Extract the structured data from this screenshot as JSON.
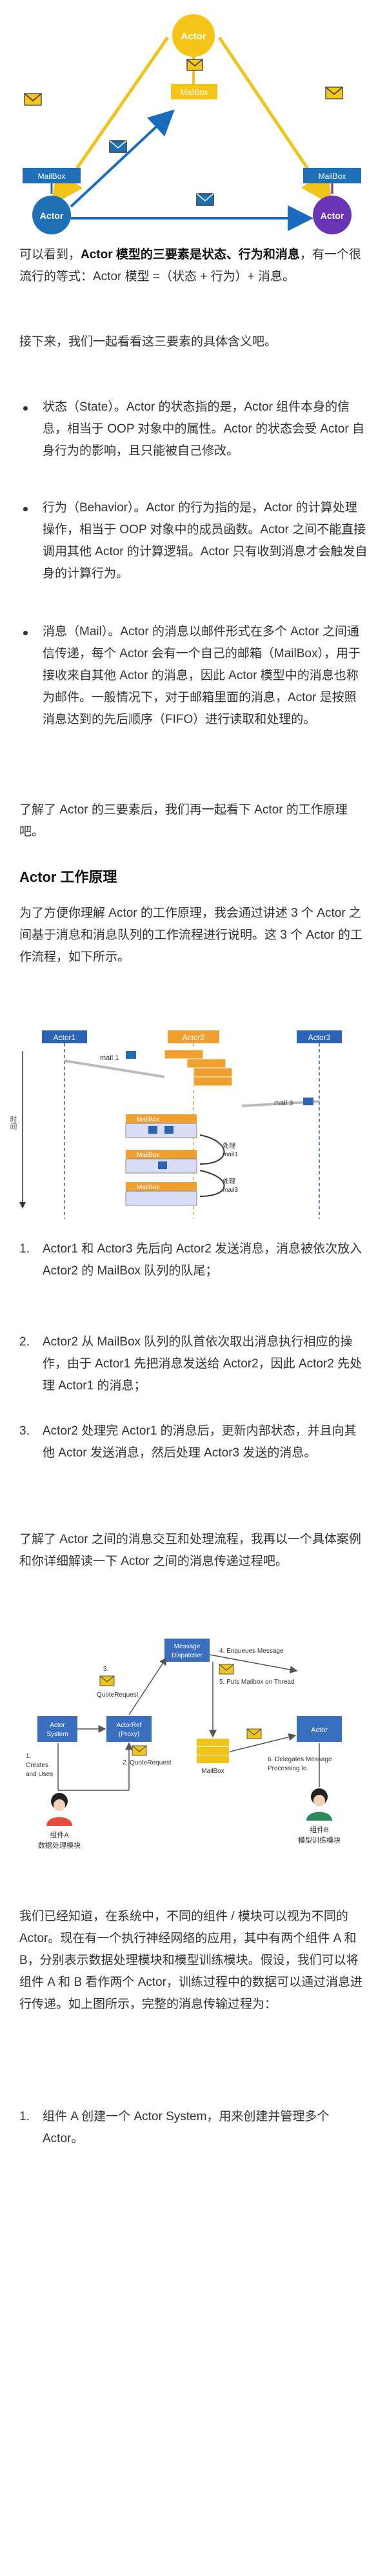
{
  "fig1": {
    "actor_top": "Actor",
    "mailbox_center": "MailBox",
    "mailbox_left": "MailBox",
    "mailbox_right": "MailBox",
    "actor_left": "Actor",
    "actor_right": "Actor",
    "colors": {
      "yellow": "#f5c518",
      "blue": "#1f6fb4",
      "purple": "#6a35b5",
      "arrow_yellow": "#f0c419",
      "arrow_blue": "#1a6dbd"
    }
  },
  "p1_a": "可以看到，",
  "p1_b": "Actor 模型的三要素是状态、行为和消息",
  "p1_c": "，有一个很流行的等式：Actor 模型 =（状态 + 行为）+ 消息。",
  "p2": "接下来，我们一起看看这三要素的具体含义吧。",
  "bullets": [
    "状态（State）。Actor 的状态指的是，Actor 组件本身的信息，相当于 OOP 对象中的属性。Actor 的状态会受 Actor 自身行为的影响，且只能被自己修改。",
    "行为（Behavior）。Actor 的行为指的是，Actor 的计算处理操作，相当于 OOP 对象中的成员函数。Actor 之间不能直接调用其他 Actor 的计算逻辑。Actor 只有收到消息才会触发自身的计算行为。",
    "消息（Mail）。Actor 的消息以邮件形式在多个 Actor 之间通信传递，每个 Actor 会有一个自己的邮箱（MailBox），用于接收来自其他 Actor 的消息，因此 Actor 模型中的消息也称为邮件。一般情况下，对于邮箱里面的消息，Actor 是按照消息达到的先后顺序（FIFO）进行读取和处理的。"
  ],
  "p3": "了解了 Actor 的三要素后，我们再一起看下 Actor 的工作原理吧。",
  "h_work": "Actor 工作原理",
  "p4": "为了方便你理解 Actor 的工作原理，我会通过讲述 3 个 Actor 之间基于消息和消息队列的工作流程进行说明。这 3 个 Actor 的工作流程，如下所示。",
  "fig2": {
    "actor1": "Actor1",
    "actor2": "Actor2",
    "actor3": "Actor3",
    "time": "时间",
    "mail1": "mail 1",
    "mail3": "mail 3",
    "mailbox": "MailBox",
    "handle1": "处理",
    "handle1b": "mail1",
    "handle3": "处理",
    "handle3b": "mail3"
  },
  "steps": [
    "Actor1 和 Actor3 先后向 Actor2 发送消息，消息被依次放入 Actor2 的 MailBox 队列的队尾；",
    "Actor2 从 MailBox 队列的队首依次取出消息执行相应的操作，由于 Actor1 先把消息发送给 Actor2，因此 Actor2 先处理 Actor1 的消息；",
    "Actor2 处理完 Actor1 的消息后，更新内部状态，并且向其他 Actor 发送消息，然后处理 Actor3 发送的消息。"
  ],
  "p5": "了解了 Actor 之间的消息交互和处理流程，我再以一个具体案例和你详细解读一下 Actor 之间的消息传递过程吧。",
  "fig3": {
    "dispatcher1": "Message",
    "dispatcher2": "Dispatcher",
    "actor_system1": "Actor",
    "actor_system2": "System",
    "actorref1": "ActorRef",
    "actorref2": "(Proxy)",
    "actor": "Actor",
    "mailbox": "MailBox",
    "s1a": "1.",
    "s1b": "Creates",
    "s1c": "and Uses",
    "s2": "2. QuoteRequest",
    "s3a": "3.",
    "s3b": "QuoteRequest",
    "s4": "4. Enqueues Message",
    "s5": "5. Puts Mailbox on Thread",
    "s6a": "6. Delegates Message",
    "s6b": "Processing to",
    "compA1": "组件A",
    "compA2": "数据处理模块",
    "compB1": "组件B",
    "compB2": "模型训练模块"
  },
  "p6": "我们已经知道，在系统中，不同的组件 / 模块可以视为不同的 Actor。现在有一个执行神经网络的应用，其中有两个组件 A 和 B，分别表示数据处理模块和模型训练模块。假设，我们可以将组件 A 和 B 看作两个 Actor，训练过程中的数据可以通过消息进行传递。如上图所示，完整的消息传输过程为：",
  "steps2": [
    "组件 A 创建一个 Actor System，用来创建并管理多个 Actor。"
  ]
}
